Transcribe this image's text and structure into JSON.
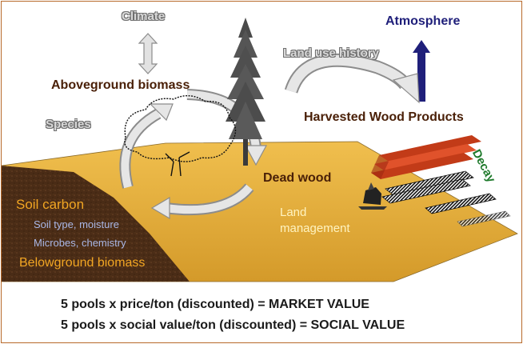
{
  "labels": {
    "climate": "Climate",
    "aboveground_biomass": "Aboveground biomass",
    "species": "Species",
    "land_use_history": "Land use history",
    "atmosphere": "Atmosphere",
    "harvested_wood_products": "Harvested Wood Products",
    "decay": "Decay",
    "dead_wood": "Dead wood",
    "land_management": "Land\nmanagement",
    "soil_carbon": "Soil carbon",
    "soil_type_moisture": "Soil type, moisture",
    "microbes_chemistry": "Microbes, chemistry",
    "belowground_biomass": "Belowground biomass"
  },
  "equations": {
    "market": "5 pools x price/ton (discounted) = MARKET VALUE",
    "social": "5 pools x social value/ton (discounted) = SOCIAL VALUE"
  },
  "colors": {
    "frame_border": "#b86a2a",
    "ground_fill": "#e3ad3b",
    "soil_fill": "#4a2c16",
    "atmosphere_text": "#1f1f7a",
    "decay_text": "#1f7a2c",
    "wood_product_red": "#d8401f"
  },
  "icons": [
    "conifer-tree-icon",
    "deciduous-tree-outline-icon",
    "stump-icon",
    "lumber-stack-icon"
  ]
}
